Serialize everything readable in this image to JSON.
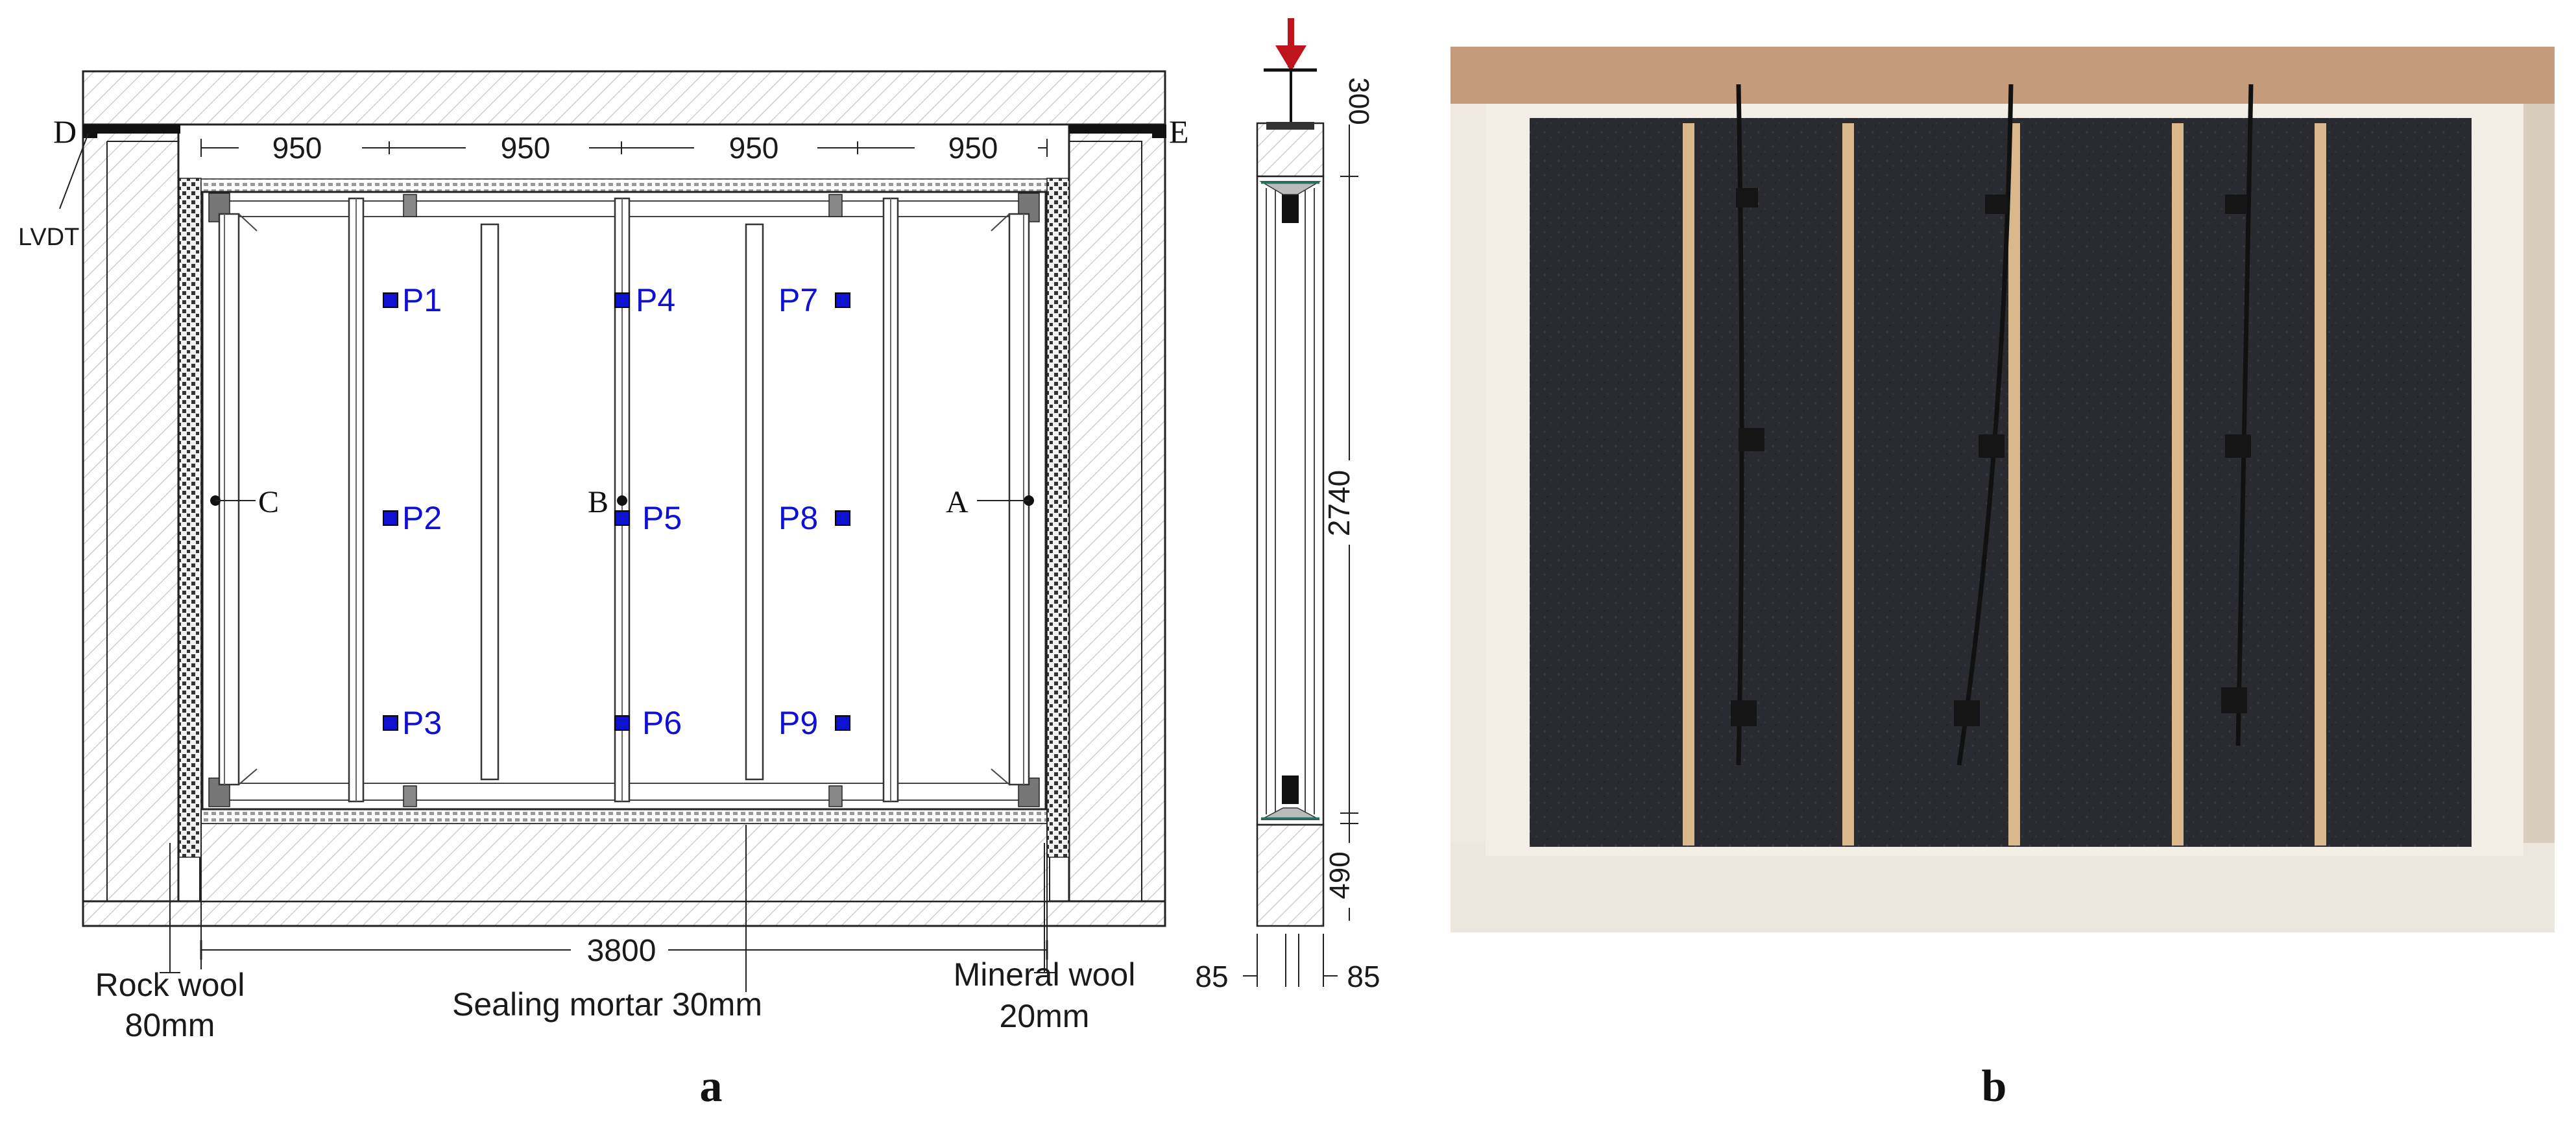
{
  "panel_a": {
    "caption": "a",
    "dimensions": {
      "span": "950",
      "total_width": "3800",
      "top": "300",
      "height": "2740",
      "bottom": "490",
      "side_left": "85",
      "side_right": "85"
    },
    "labels": {
      "lvdt": "LVDT",
      "point_d": "D",
      "point_e": "E",
      "point_a": "A",
      "point_b": "B",
      "point_c": "C",
      "rock_wool_1": "Rock wool",
      "rock_wool_2": "80mm",
      "sealing_mortar": "Sealing mortar 30mm",
      "mineral_wool_1": "Mineral wool",
      "mineral_wool_2": "20mm"
    },
    "measure_points": [
      "P1",
      "P2",
      "P3",
      "P4",
      "P5",
      "P6",
      "P7",
      "P8",
      "P9"
    ],
    "colors": {
      "points": "#1010d0",
      "load_arrow": "#c0141c",
      "line": "#1a1a1a"
    }
  },
  "panel_b": {
    "caption": "b",
    "colors": {
      "board": "#2a2b30",
      "stud": "#d9b98b",
      "surround": "#ece6dc",
      "frame": "#b0876a"
    }
  }
}
